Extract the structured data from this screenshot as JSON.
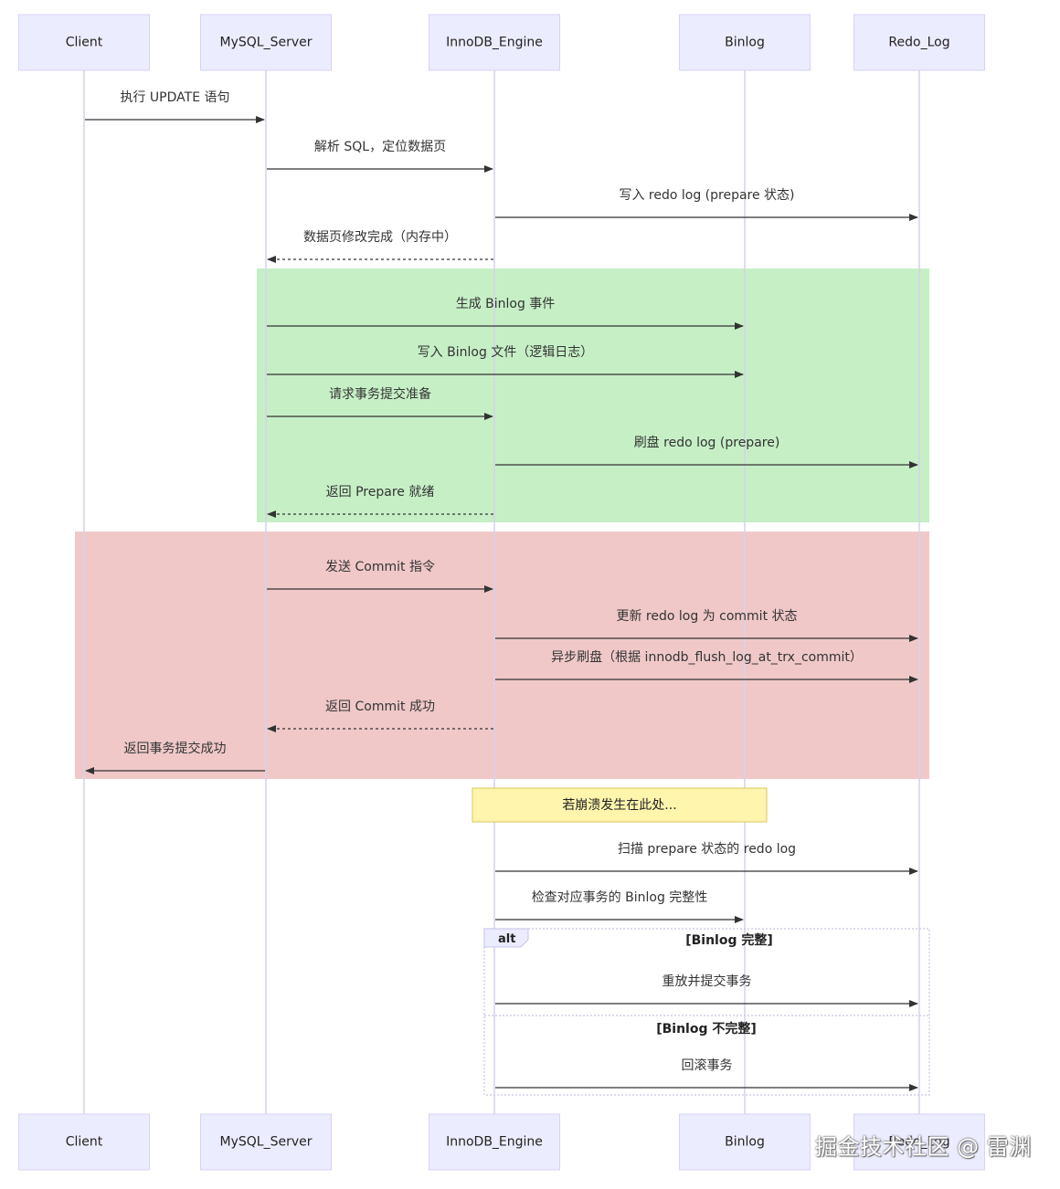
{
  "diagram": {
    "actors": [
      "Client",
      "MySQL_Server",
      "InnoDB_Engine",
      "Binlog",
      "Redo_Log"
    ],
    "messages": [
      {
        "from": 0,
        "to": 1,
        "label": "执行 UPDATE 语句",
        "dashed": false
      },
      {
        "from": 1,
        "to": 2,
        "label": "解析 SQL，定位数据页",
        "dashed": false
      },
      {
        "from": 2,
        "to": 4,
        "label": "写入 redo log (prepare 状态)",
        "dashed": false
      },
      {
        "from": 2,
        "to": 1,
        "label": "数据页修改完成（内存中）",
        "dashed": true
      },
      {
        "from": 1,
        "to": 3,
        "label": "生成 Binlog 事件",
        "dashed": false
      },
      {
        "from": 1,
        "to": 3,
        "label": "写入 Binlog 文件（逻辑日志）",
        "dashed": false
      },
      {
        "from": 1,
        "to": 2,
        "label": "请求事务提交准备",
        "dashed": false
      },
      {
        "from": 2,
        "to": 4,
        "label": "刷盘 redo log (prepare)",
        "dashed": false
      },
      {
        "from": 2,
        "to": 1,
        "label": "返回 Prepare 就绪",
        "dashed": true
      },
      {
        "from": 1,
        "to": 2,
        "label": "发送 Commit 指令",
        "dashed": false
      },
      {
        "from": 2,
        "to": 4,
        "label": "更新 redo log 为 commit 状态",
        "dashed": false
      },
      {
        "from": 2,
        "to": 4,
        "label": "异步刷盘（根据 innodb_flush_log_at_trx_commit）",
        "dashed": false
      },
      {
        "from": 2,
        "to": 1,
        "label": "返回 Commit 成功",
        "dashed": true
      },
      {
        "from": 1,
        "to": 0,
        "label": "返回事务提交成功",
        "dashed": false
      },
      {
        "from": 2,
        "to": 4,
        "label": "扫描 prepare 状态的 redo log",
        "dashed": false
      },
      {
        "from": 2,
        "to": 3,
        "label": "检查对应事务的 Binlog 完整性",
        "dashed": false
      },
      {
        "from": 2,
        "to": 4,
        "label": "重放并提交事务",
        "dashed": false
      },
      {
        "from": 2,
        "to": 4,
        "label": "回滚事务",
        "dashed": false
      }
    ],
    "regions": [
      {
        "name": "prepare-phase",
        "color": "#c6efc6"
      },
      {
        "name": "commit-phase",
        "color": "#f0c8c8"
      }
    ],
    "note": "若崩溃发生在此处...",
    "alt": {
      "tag": "alt",
      "cond1": "[Binlog 完整]",
      "cond2": "[Binlog 不完整]"
    }
  },
  "watermark": "掘金技术社区 @ 雷渊"
}
